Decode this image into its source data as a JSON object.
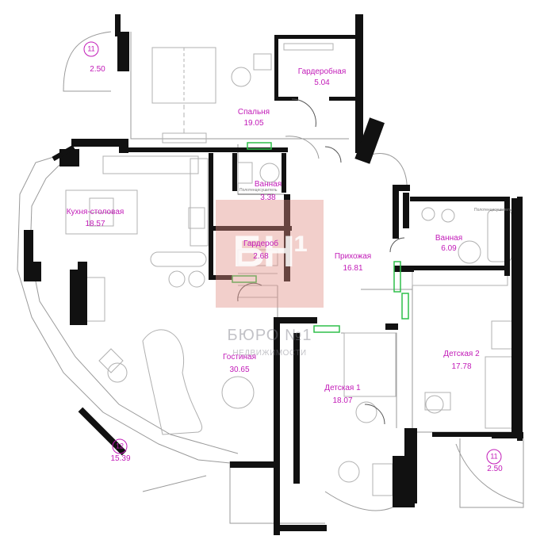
{
  "colors": {
    "label": "#c21bb8",
    "wall": "#111111",
    "line": "#9a9a9a",
    "door_marker": "#2fbf4a",
    "watermark": "#e18c82"
  },
  "watermark": {
    "logo": "БН¹",
    "name": "БЮРО №1",
    "subtitle": "НЕДВИЖИМОСТИ"
  },
  "rooms": [
    {
      "id": "bedroom",
      "name": "Спальня",
      "area": "19.05"
    },
    {
      "id": "wardrobe-top",
      "name": "Гардеробная",
      "area": "5.04"
    },
    {
      "id": "bathroom-1",
      "name": "Ванная",
      "area": "3.38"
    },
    {
      "id": "kitchen",
      "name": "Кухня-столовая",
      "area": "18.57"
    },
    {
      "id": "wardrobe-small",
      "name": "Гардероб",
      "area": "2.68"
    },
    {
      "id": "hallway",
      "name": "Прихожая",
      "area": "16.81"
    },
    {
      "id": "bathroom-2",
      "name": "Ванная",
      "area": "6.09"
    },
    {
      "id": "living",
      "name": "Гостиная",
      "area": "30.65"
    },
    {
      "id": "kids-1",
      "name": "Детская 1",
      "area": "18.07"
    },
    {
      "id": "kids-2",
      "name": "Детская 2",
      "area": "17.78"
    }
  ],
  "balconies": [
    {
      "id": "balcony-top-left",
      "number": "11",
      "area": "2.50"
    },
    {
      "id": "balcony-left-bottom",
      "number": "12",
      "area": "15.39"
    },
    {
      "id": "balcony-bottom-right",
      "number": "11",
      "area": "2.50"
    }
  ],
  "fixture_labels": [
    {
      "id": "dryer-1",
      "text": "Полотенцесушитель"
    },
    {
      "id": "dryer-2",
      "text": "Полотенцесушитель"
    }
  ]
}
